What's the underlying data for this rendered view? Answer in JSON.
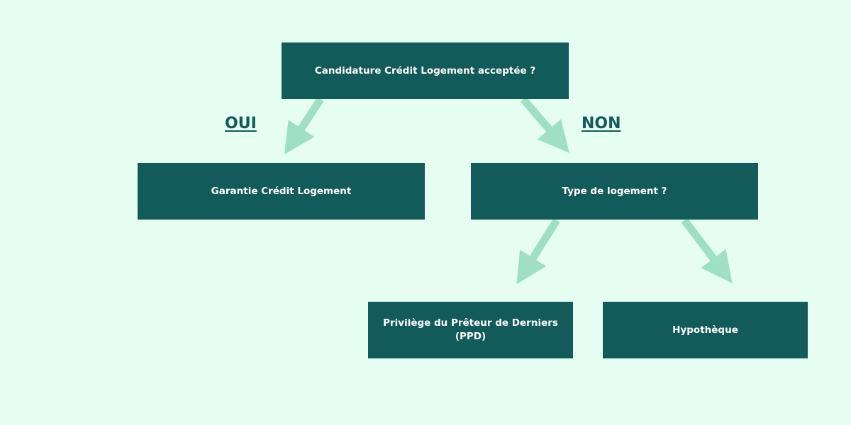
{
  "colors": {
    "background": "#e6fef2",
    "box": "#135b5a",
    "arrow": "#9fe0c4"
  },
  "nodes": {
    "root": "Candidature Crédit Logement acceptée ?",
    "yes": "Garantie Crédit Logement",
    "no": "Type de logement ?",
    "ppd": "Privilège du Prêteur de Derniers (PPD)",
    "mortgage": "Hypothèque"
  },
  "labels": {
    "yes": "OUI",
    "no": "NON"
  }
}
